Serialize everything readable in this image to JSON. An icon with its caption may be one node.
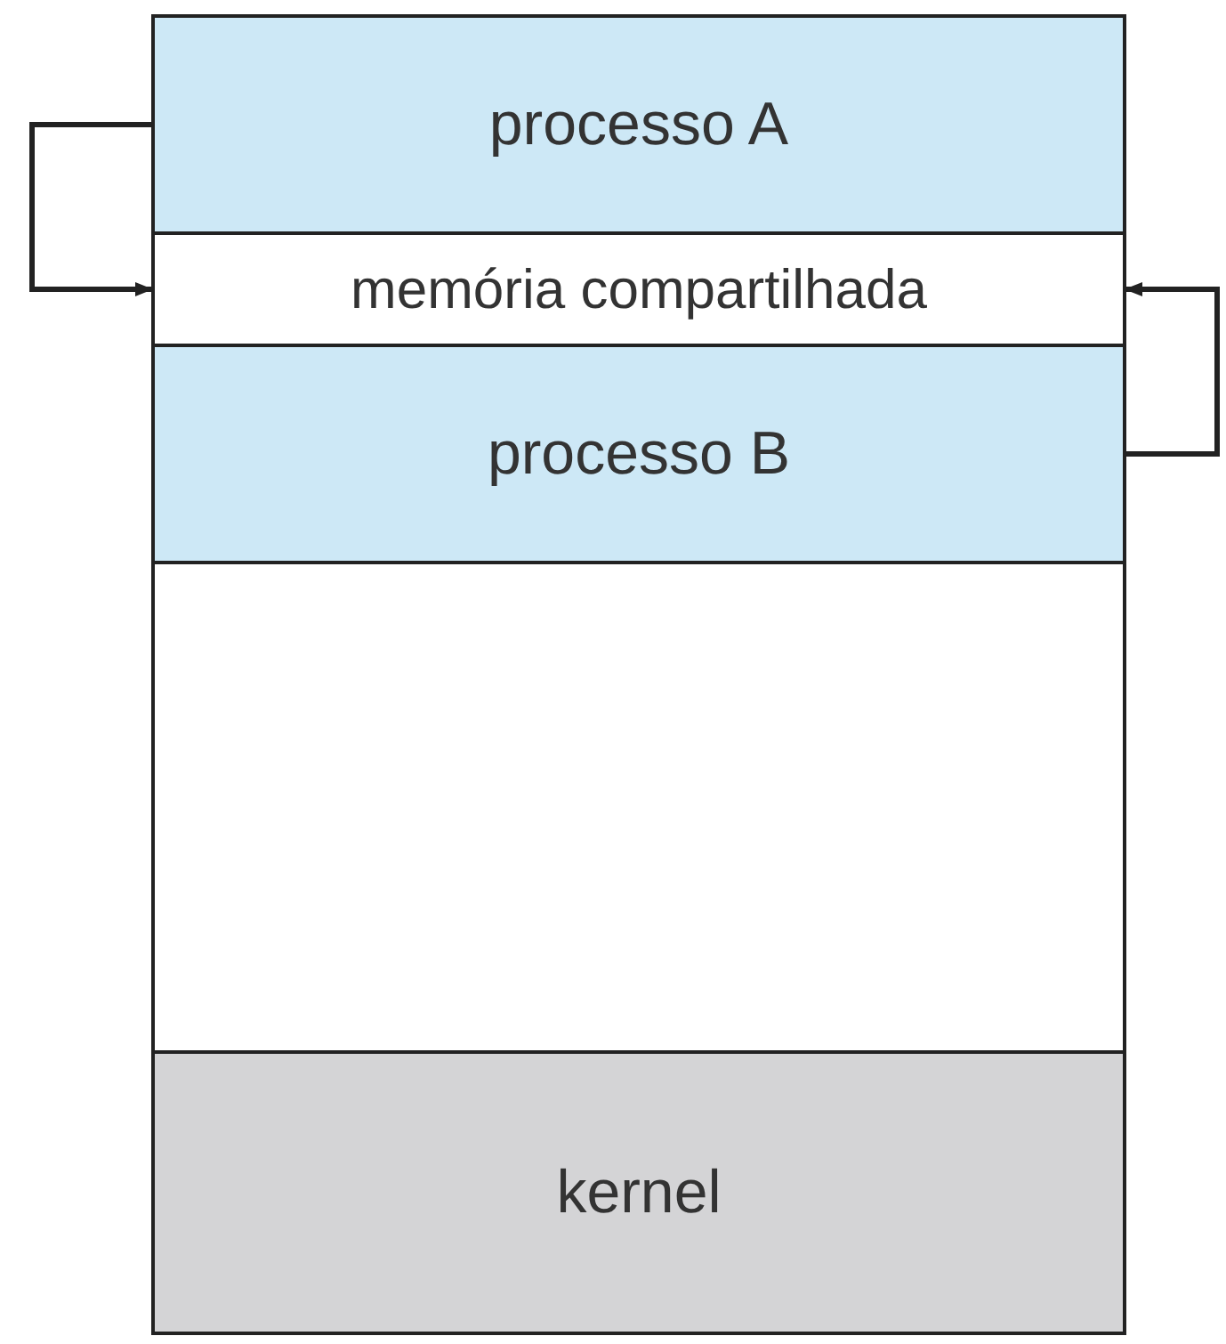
{
  "diagram": {
    "nodes": [
      {
        "text": [
          "processo A"
        ]
      },
      {
        "text": [
          "memória compartilhada"
        ]
      },
      {
        "text": [
          "processo B"
        ]
      },
      {
        "text": [],
        "shape": "box"
      },
      {
        "text": [
          "kernel"
        ]
      }
    ],
    "edges": [
      {
        "from": 0,
        "to": 1,
        "arrow": "to"
      },
      {
        "from": 2,
        "to": 1,
        "arrow": "to"
      }
    ]
  }
}
